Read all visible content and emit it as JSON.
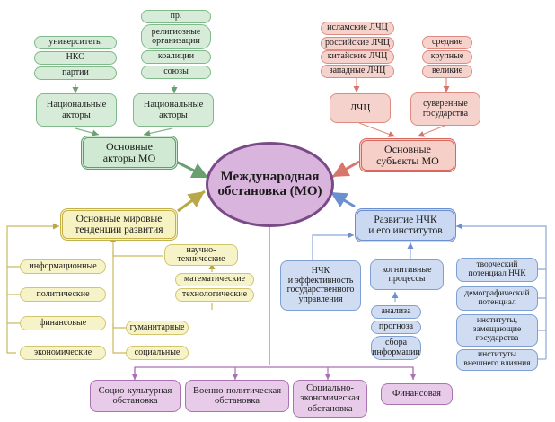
{
  "center": "Международная\nобстановка (МО)",
  "green": {
    "left_items": [
      "университеты",
      "НКО",
      "партии"
    ],
    "left_actor": "Национальные\nакторы",
    "right_items": [
      "пр.",
      "религиозные\nорганизации",
      "коалиции",
      "союзы"
    ],
    "right_actor": "Национальные\nакторы",
    "main": "Основные\nакторы МО"
  },
  "red": {
    "left_items": [
      "исламские ЛЧЦ",
      "российские ЛЧЦ",
      "китайские ЛЧЦ",
      "западные ЛЧЦ"
    ],
    "lchc": "ЛЧЦ",
    "right_items": [
      "средние",
      "крупные",
      "великие"
    ],
    "sovereign": "суверенные\nгосударства",
    "main": "Основные\nсубъекты МО"
  },
  "yellow": {
    "main": "Основные мировые\nтенденции развития",
    "left_items": [
      "информационные",
      "политические",
      "финансовые",
      "экономические"
    ],
    "sci_tech": "научно-\nтехнические",
    "math": "математические",
    "tech": "технологические",
    "humanitarian": "гуманитарные",
    "social": "социальные"
  },
  "blue": {
    "main": "Развитие НЧК\nи его институтов",
    "nchk": "НЧК\nи эффективность\nгосударственного\nуправления",
    "cognitive": "когнитивные\nпроцессы",
    "analysis": "анализа",
    "forecast": "прогноза",
    "collection": "сбора\nинформации",
    "right_items": [
      "творческий\nпотенциал НЧК",
      "демографический\nпотенциал",
      "институты,\nзамещающие\nгосударства",
      "институты\nвнешнего влияния"
    ]
  },
  "purple": [
    "Социо-культурная\nобстановка",
    "Военно-политическая\nобстановка",
    "Социально-\nэкономическая\nобстановка",
    "Финансовая"
  ],
  "colors": {
    "green": "#5f9f6c",
    "red": "#d7685d",
    "yellow": "#c5b14a",
    "blue": "#6b8fcf",
    "purple": "#a972b0",
    "center": "#7a4a88"
  }
}
